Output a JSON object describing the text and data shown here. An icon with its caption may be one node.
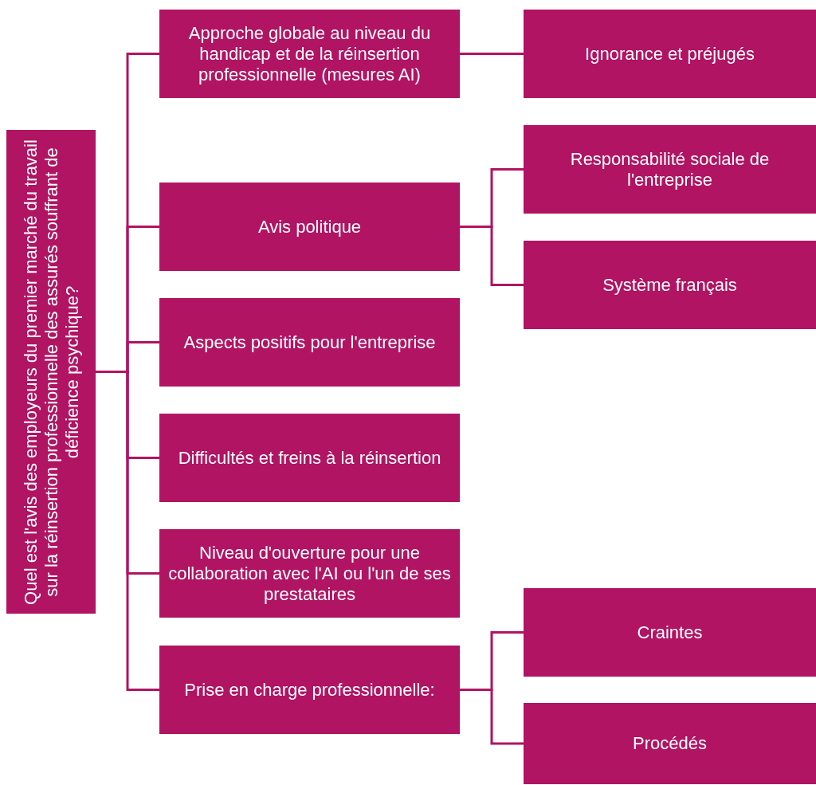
{
  "diagram": {
    "nodes": [
      {
        "text": [
          "Quel est l'avis des employeurs du premier marché du travail sur la réinsertion professionnelle des assurés souffrant de déficience psychique?"
        ]
      },
      {
        "text": [
          "Approche globale au niveau du handicap et de la réinsertion professionnelle (mesures AI)"
        ]
      },
      {
        "text": [
          "Avis politique"
        ]
      },
      {
        "text": [
          "Aspects positifs pour l'entreprise"
        ]
      },
      {
        "text": [
          "Difficultés et freins à la réinsertion"
        ]
      },
      {
        "text": [
          "Niveau d'ouverture pour une collaboration avec l'AI ou l'un de ses prestataires"
        ]
      },
      {
        "text": [
          "Prise en charge professionnelle:"
        ]
      },
      {
        "text": [
          "Ignorance et préjugés"
        ]
      },
      {
        "text": [
          "Responsabilité sociale de l'entreprise"
        ]
      },
      {
        "text": [
          "Système français"
        ]
      },
      {
        "text": [
          "Craintes"
        ]
      },
      {
        "text": [
          "Procédés"
        ]
      }
    ],
    "edges": [
      {
        "from": 0,
        "to": 1,
        "arrow": "none"
      },
      {
        "from": 0,
        "to": 2,
        "arrow": "none"
      },
      {
        "from": 0,
        "to": 3,
        "arrow": "none"
      },
      {
        "from": 0,
        "to": 4,
        "arrow": "none"
      },
      {
        "from": 0,
        "to": 5,
        "arrow": "none"
      },
      {
        "from": 0,
        "to": 6,
        "arrow": "none"
      },
      {
        "from": 1,
        "to": 7,
        "arrow": "none"
      },
      {
        "from": 2,
        "to": 8,
        "arrow": "none"
      },
      {
        "from": 2,
        "to": 9,
        "arrow": "none"
      },
      {
        "from": 6,
        "to": 10,
        "arrow": "none"
      },
      {
        "from": 6,
        "to": 11,
        "arrow": "none"
      }
    ]
  }
}
